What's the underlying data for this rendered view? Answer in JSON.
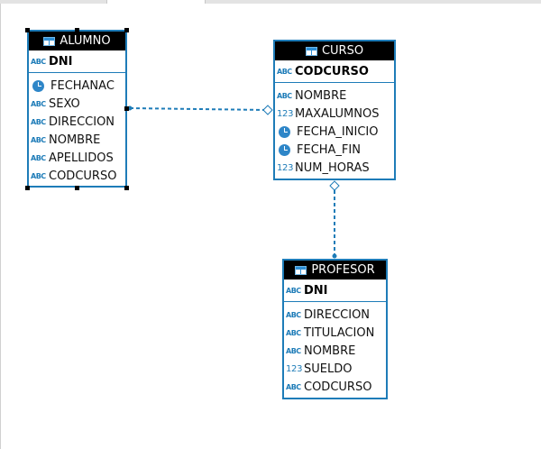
{
  "entities": {
    "alumno": {
      "title": "ALUMNO",
      "pk": {
        "type": "ABC",
        "name": "DNI"
      },
      "attributes": [
        {
          "type": "date",
          "label": "",
          "name": "FECHANAC"
        },
        {
          "type": "text",
          "label": "ABC",
          "name": "SEXO"
        },
        {
          "type": "text",
          "label": "ABC",
          "name": "DIRECCION"
        },
        {
          "type": "text",
          "label": "ABC",
          "name": "NOMBRE"
        },
        {
          "type": "text",
          "label": "ABC",
          "name": "APELLIDOS"
        },
        {
          "type": "text",
          "label": "ABC",
          "name": "CODCURSO"
        }
      ]
    },
    "curso": {
      "title": "CURSO",
      "pk": {
        "type": "ABC",
        "name": "CODCURSO"
      },
      "attributes": [
        {
          "type": "text",
          "label": "ABC",
          "name": "NOMBRE"
        },
        {
          "type": "num",
          "label": "123",
          "name": "MAXALUMNOS"
        },
        {
          "type": "date",
          "label": "",
          "name": "FECHA_INICIO"
        },
        {
          "type": "date",
          "label": "",
          "name": "FECHA_FIN"
        },
        {
          "type": "num",
          "label": "123",
          "name": "NUM_HORAS"
        }
      ]
    },
    "profesor": {
      "title": "PROFESOR",
      "pk": {
        "type": "ABC",
        "name": "DNI"
      },
      "attributes": [
        {
          "type": "text",
          "label": "ABC",
          "name": "DIRECCION"
        },
        {
          "type": "text",
          "label": "ABC",
          "name": "TITULACION"
        },
        {
          "type": "text",
          "label": "ABC",
          "name": "NOMBRE"
        },
        {
          "type": "num",
          "label": "123",
          "name": "SUELDO"
        },
        {
          "type": "text",
          "label": "ABC",
          "name": "CODCURSO"
        }
      ]
    }
  },
  "colors": {
    "border": "#1e7cb8",
    "header": "#000000",
    "link": "#1e7cb8"
  }
}
